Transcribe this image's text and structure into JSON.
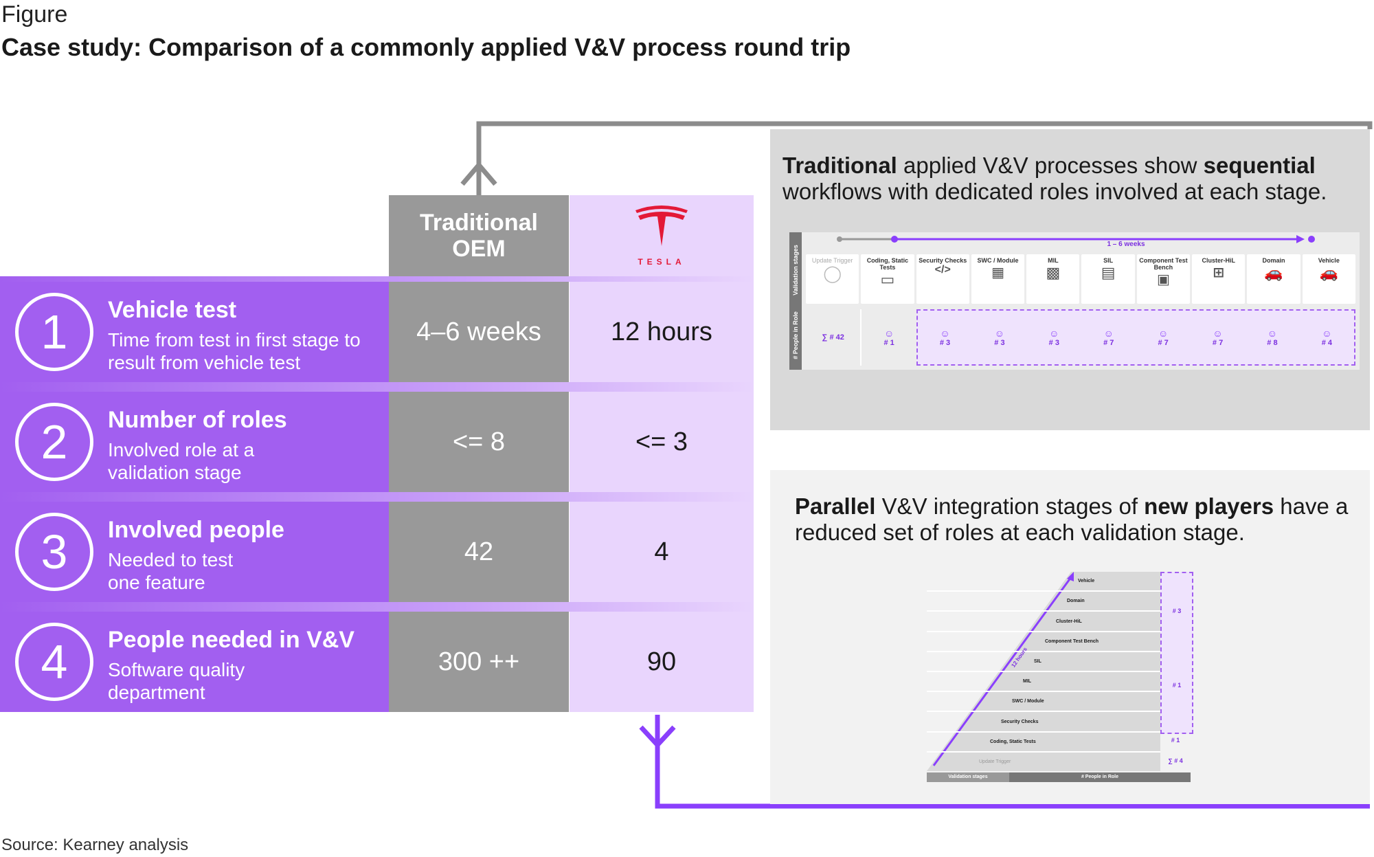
{
  "figure_label": "Figure",
  "title": "Case study: Comparison of a commonly applied V&V process round trip",
  "source": "Source: Kearney analysis",
  "table": {
    "header_oem": "Traditional OEM",
    "header_tesla_logo_text": "TESLA",
    "rows": [
      {
        "number": "1",
        "title": "Vehicle test",
        "subtitle": "Time from test in first stage to result from vehicle test",
        "oem": "4–6 weeks",
        "tesla": "12 hours"
      },
      {
        "number": "2",
        "title": "Number of roles",
        "subtitle": "Involved role at a validation stage",
        "oem": "<= 8",
        "tesla": "<= 3"
      },
      {
        "number": "3",
        "title": "Involved people",
        "subtitle": "Needed to test one feature",
        "oem": "42",
        "tesla": "4"
      },
      {
        "number": "4",
        "title": "People needed in V&V",
        "subtitle": "Software quality department",
        "oem": "300 ++",
        "tesla": "90"
      }
    ]
  },
  "panel_top": {
    "text_bold1": "Traditional",
    "text_mid1": " applied V&V processes show ",
    "text_bold2": "sequential",
    "text_end": " workflows with dedicated roles involved at each stage.",
    "side_label_stages": "Validation stages",
    "side_label_people": "# People in Role",
    "duration": "1 – 6 weeks",
    "total": "∑ # 42",
    "stages": [
      {
        "name": "Update Trigger",
        "people": ""
      },
      {
        "name": "Coding, Static Tests",
        "people": "# 1"
      },
      {
        "name": "Security Checks",
        "people": "# 3"
      },
      {
        "name": "SWC / Module",
        "people": "# 3"
      },
      {
        "name": "MIL",
        "people": "# 3"
      },
      {
        "name": "SIL",
        "people": "# 7"
      },
      {
        "name": "Component Test Bench",
        "people": "# 7"
      },
      {
        "name": "Cluster-HiL",
        "people": "# 7"
      },
      {
        "name": "Domain",
        "people": "# 8"
      },
      {
        "name": "Vehicle",
        "people": "# 4"
      }
    ]
  },
  "panel_bottom": {
    "text_bold1": "Parallel",
    "text_mid1": " V&V integration stages of ",
    "text_bold2": "new players",
    "text_end": " have a reduced set of roles at each validation stage.",
    "duration": "12 hours",
    "footer_left": "Validation stages",
    "footer_right": "# People in Role",
    "stages": [
      "Vehicle",
      "Domain",
      "Cluster-HiL",
      "Component Test Bench",
      "SIL",
      "MIL",
      "SWC / Module",
      "Security Checks",
      "Coding, Static Tests",
      "Update Trigger"
    ],
    "role_counts": {
      "upper": "# 3",
      "mid": "# 1",
      "coding": "# 1",
      "total": "∑ # 4"
    }
  },
  "colors": {
    "purple": "#a25ff0",
    "light_purple": "#e9d5fd",
    "gray": "#999999",
    "tesla_red": "#e31937",
    "line_purple": "#8a3ffc"
  }
}
